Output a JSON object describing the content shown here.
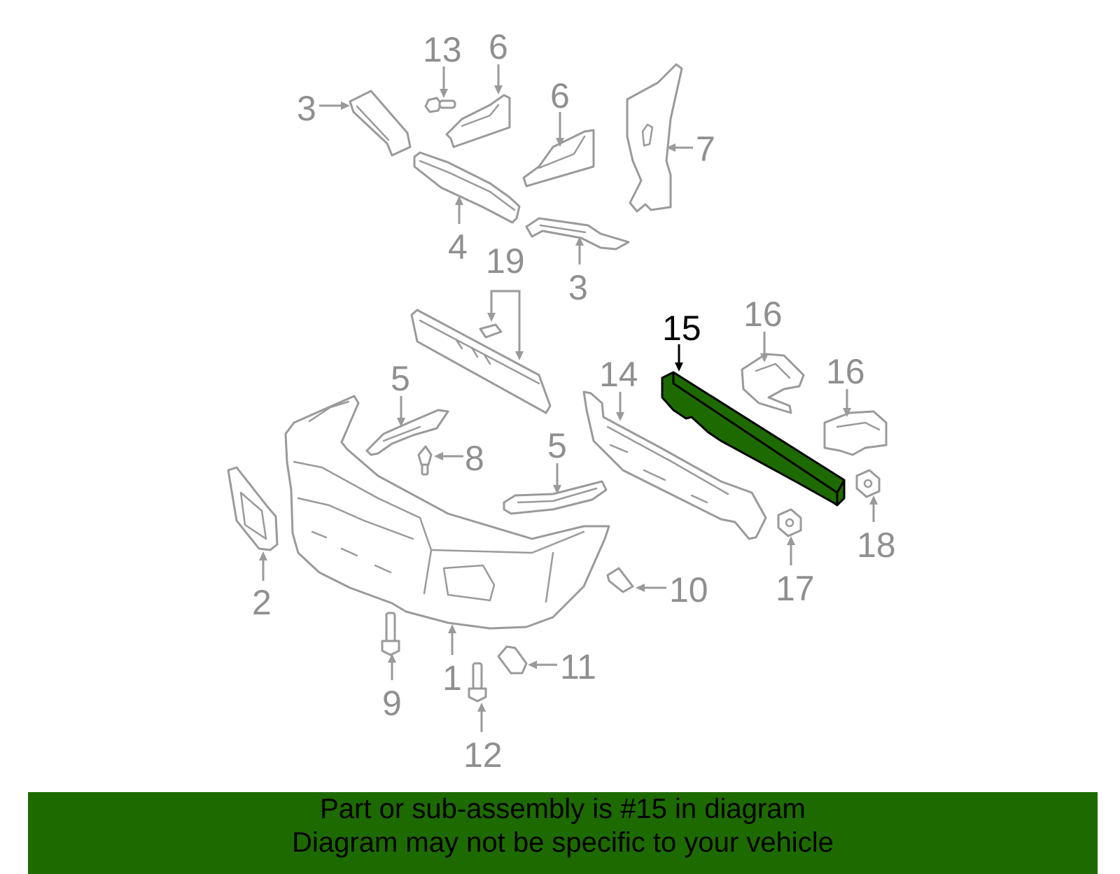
{
  "colors": {
    "part_outline": "#9a9a9a",
    "callout_text": "#8f8f8f",
    "highlight_fill": "#1d6b00",
    "highlight_outline": "#000000",
    "banner_background": "#1d6b00",
    "banner_text": "#000000"
  },
  "diagram": {
    "highlighted_part": "15",
    "callouts": {
      "c1": "1",
      "c2": "2",
      "c3a": "3",
      "c3b": "3",
      "c4": "4",
      "c5a": "5",
      "c5b": "5",
      "c6a": "6",
      "c6b": "6",
      "c7": "7",
      "c8": "8",
      "c9": "9",
      "c10": "10",
      "c11": "11",
      "c12": "12",
      "c13": "13",
      "c14": "14",
      "c15": "15",
      "c16a": "16",
      "c16b": "16",
      "c17": "17",
      "c18": "18",
      "c19": "19"
    }
  },
  "banner": {
    "line1": "Part or sub-assembly is #15 in diagram",
    "line2": "Diagram may not be specific to your vehicle"
  }
}
